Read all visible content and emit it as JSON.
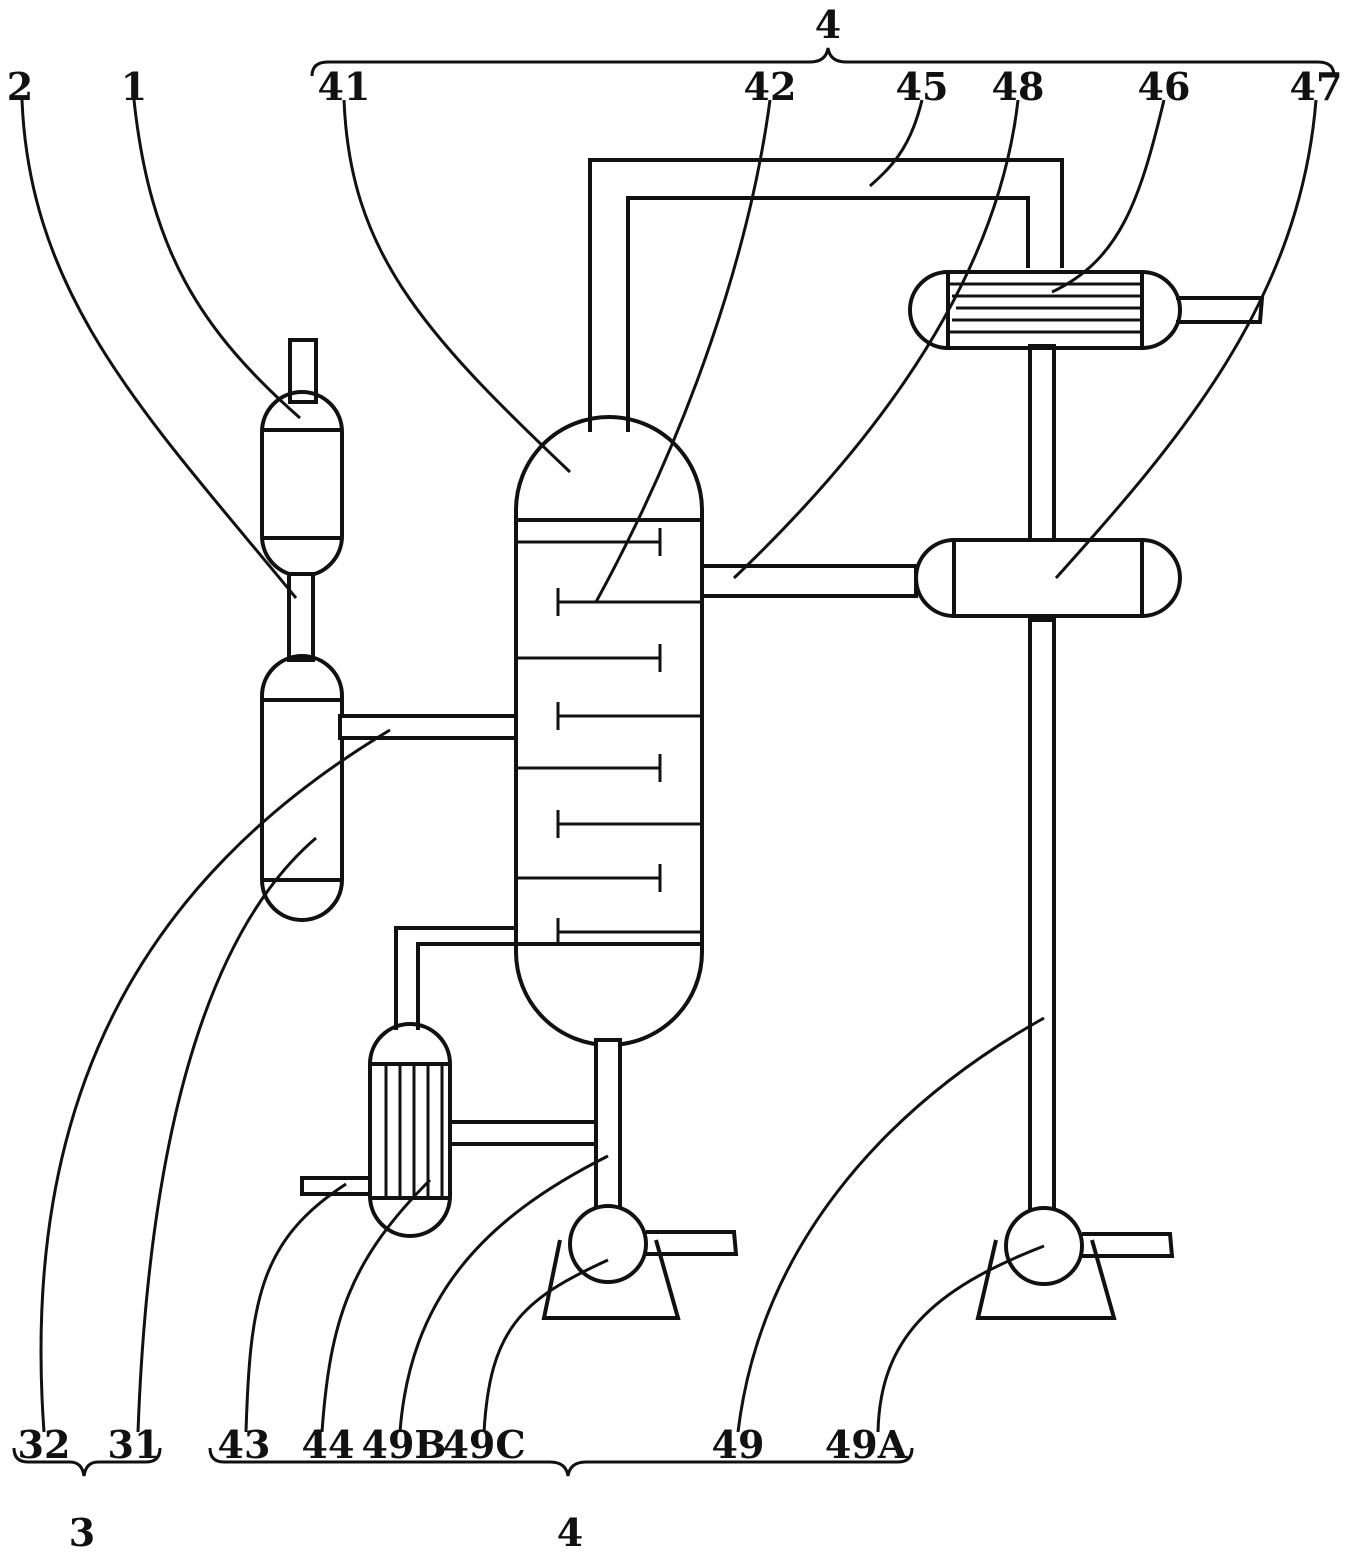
{
  "colors": {
    "line": "#111111",
    "background": "#ffffff"
  },
  "labels": {
    "top_group": "4",
    "n41": "41",
    "n42": "42",
    "n45": "45",
    "n48": "48",
    "n46": "46",
    "n47": "47",
    "n2": "2",
    "n1": "1",
    "n32": "32",
    "n31": "31",
    "group3": "3",
    "n43": "43",
    "n44": "44",
    "n49B": "49B",
    "n49C": "49C",
    "n49": "49",
    "n49A": "49A",
    "bottom_group": "4"
  }
}
